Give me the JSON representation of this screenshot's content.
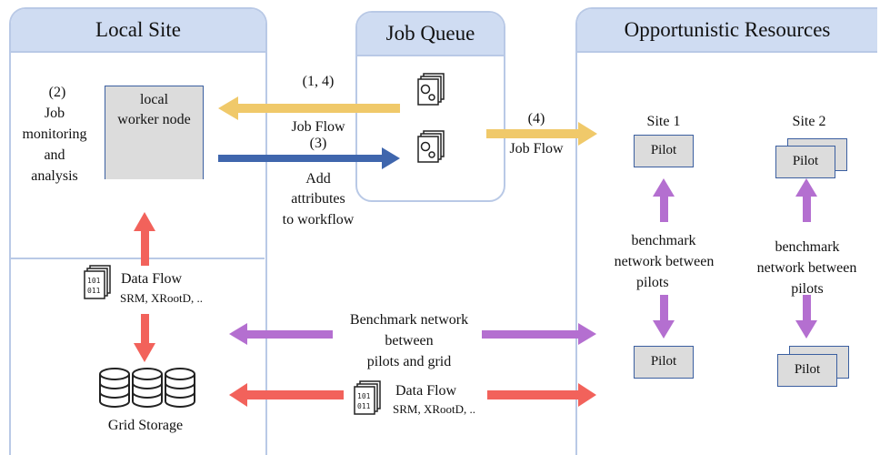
{
  "panels": {
    "local_site": "Local Site",
    "job_queue": "Job Queue",
    "opportunistic": "Opportunistic Resources"
  },
  "local": {
    "step2": "(2)",
    "monitoring": [
      "Job",
      "monitoring",
      "and",
      "analysis"
    ],
    "worker_node": [
      "local",
      "worker node"
    ],
    "data_flow_title": "Data Flow",
    "data_flow_sub": "SRM, XRootD, ..",
    "grid_storage": "Grid Storage"
  },
  "flows": {
    "job_flow_14_num": "(1, 4)",
    "job_flow_14_label": "Job Flow",
    "add_attr_num": "(3)",
    "add_attr_label": [
      "Add",
      "attributes",
      "to workflow"
    ],
    "job_flow_4_num": "(4)",
    "job_flow_4_label": "Job Flow",
    "bench_grid": [
      "Benchmark network",
      "between",
      "pilots and grid"
    ],
    "data_flow_title": "Data Flow",
    "data_flow_sub": "SRM, XRootD, .."
  },
  "sites": {
    "site1": "Site 1",
    "site2": "Site 2",
    "pilot": "Pilot",
    "bench_pilots": [
      "benchmark",
      "network between",
      "pilots"
    ]
  },
  "colors": {
    "panel_fill": "#cfdcf2",
    "job_flow": "#f0c96a",
    "add_attr": "#3f66ad",
    "benchmark": "#b46fd0",
    "data_flow": "#f2625b"
  }
}
